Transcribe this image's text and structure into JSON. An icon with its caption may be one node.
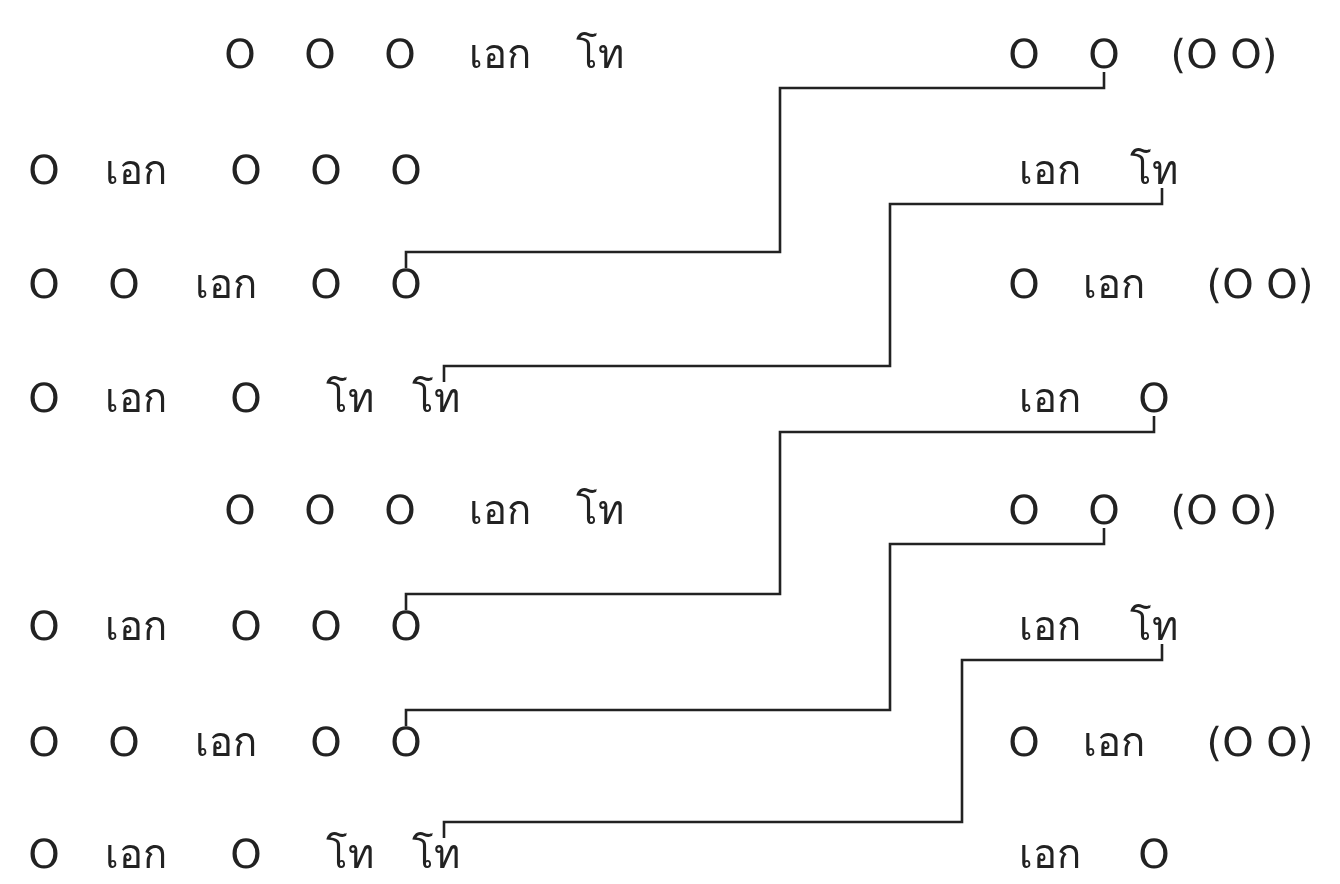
{
  "diagram": {
    "nodes": [
      {
        "text": [
          "O"
        ]
      },
      {
        "text": [
          "O"
        ]
      },
      {
        "text": [
          "O"
        ]
      },
      {
        "text": [
          "เอก"
        ]
      },
      {
        "text": [
          "โท"
        ]
      },
      {
        "text": [
          "O"
        ]
      },
      {
        "text": [
          "O"
        ]
      },
      {
        "text": [
          "(O O)"
        ]
      },
      {
        "text": [
          "O"
        ]
      },
      {
        "text": [
          "เอก"
        ]
      },
      {
        "text": [
          "O"
        ]
      },
      {
        "text": [
          "O"
        ]
      },
      {
        "text": [
          "O"
        ]
      },
      {
        "text": [
          "เอก"
        ]
      },
      {
        "text": [
          "โท"
        ]
      },
      {
        "text": [
          "O"
        ]
      },
      {
        "text": [
          "O"
        ]
      },
      {
        "text": [
          "เอก"
        ]
      },
      {
        "text": [
          "O"
        ]
      },
      {
        "text": [
          "O"
        ]
      },
      {
        "text": [
          "O"
        ]
      },
      {
        "text": [
          "เอก"
        ]
      },
      {
        "text": [
          "(O O)"
        ]
      },
      {
        "text": [
          "O"
        ]
      },
      {
        "text": [
          "เอก"
        ]
      },
      {
        "text": [
          "O"
        ]
      },
      {
        "text": [
          "โท"
        ]
      },
      {
        "text": [
          "โท"
        ]
      },
      {
        "text": [
          "เอก"
        ]
      },
      {
        "text": [
          "O"
        ]
      },
      {
        "text": [
          "O"
        ]
      },
      {
        "text": [
          "O"
        ]
      },
      {
        "text": [
          "O"
        ]
      },
      {
        "text": [
          "เอก"
        ]
      },
      {
        "text": [
          "โท"
        ]
      },
      {
        "text": [
          "O"
        ]
      },
      {
        "text": [
          "O"
        ]
      },
      {
        "text": [
          "(O O)"
        ]
      },
      {
        "text": [
          "O"
        ]
      },
      {
        "text": [
          "เอก"
        ]
      },
      {
        "text": [
          "O"
        ]
      },
      {
        "text": [
          "O"
        ]
      },
      {
        "text": [
          "O"
        ]
      },
      {
        "text": [
          "เอก"
        ]
      },
      {
        "text": [
          "โท"
        ]
      },
      {
        "text": [
          "O"
        ]
      },
      {
        "text": [
          "O"
        ]
      },
      {
        "text": [
          "เอก"
        ]
      },
      {
        "text": [
          "O"
        ]
      },
      {
        "text": [
          "O"
        ]
      },
      {
        "text": [
          "O"
        ]
      },
      {
        "text": [
          "เอก"
        ]
      },
      {
        "text": [
          "(O O)"
        ]
      },
      {
        "text": [
          "O"
        ]
      },
      {
        "text": [
          "เอก"
        ]
      },
      {
        "text": [
          "O"
        ]
      },
      {
        "text": [
          "โท"
        ]
      },
      {
        "text": [
          "โท"
        ]
      },
      {
        "text": [
          "เอก"
        ]
      },
      {
        "text": [
          "O"
        ]
      }
    ],
    "edges": [
      {
        "from": 6,
        "to": 19,
        "arrow": "none"
      },
      {
        "from": 14,
        "to": 27,
        "arrow": "none"
      },
      {
        "from": 29,
        "to": 42,
        "arrow": "none"
      },
      {
        "from": 36,
        "to": 49,
        "arrow": "none"
      },
      {
        "from": 44,
        "to": 57,
        "arrow": "none"
      }
    ]
  }
}
